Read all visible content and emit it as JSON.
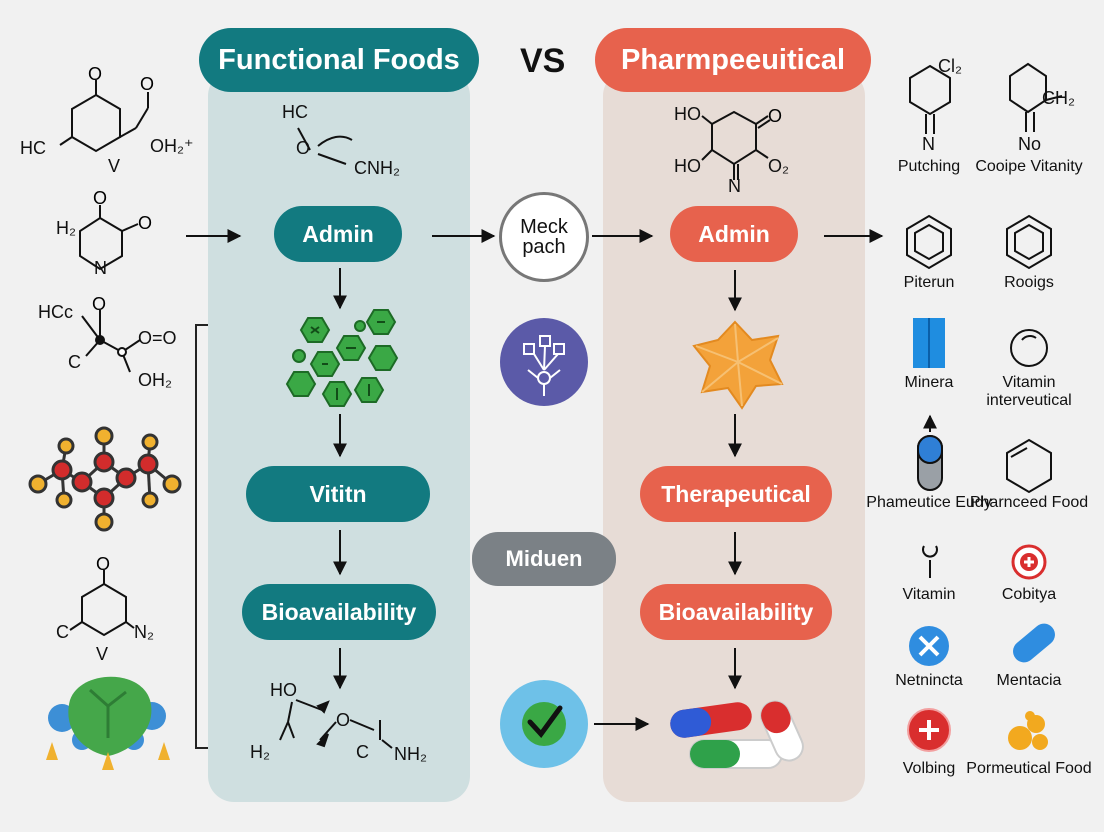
{
  "titles": {
    "left": "Functional Foods",
    "vs": "VS",
    "right": "Pharmpeeuitical"
  },
  "left_flow": {
    "admin": "Admin",
    "vitin": "Vititn",
    "bioavailability": "Bioavailability"
  },
  "center": {
    "circle": "Meck pach",
    "middle": "Miduen"
  },
  "right_flow": {
    "admin": "Admin",
    "therapeutical": "Therapeutical",
    "bioavailability": "Bioavailability"
  },
  "left_chem": {
    "m1_hc": "HC",
    "m1_v": "V",
    "m1_oh": "OH₂⁺",
    "m2_h2": "H₂",
    "m2_n": "N",
    "m3_hc": "HCc",
    "m3_c": "C",
    "m3_o": "O=O",
    "m3_oh": "OH₂",
    "m5_c": "C",
    "m5_n2": "N₂",
    "m5_v": "V"
  },
  "left_panel_chem": {
    "top_hc": "HC",
    "top_o": "O",
    "top_cnh2": "CNH₂",
    "bot_ho": "HO",
    "bot_h2": "H₂",
    "bot_o": "O",
    "bot_c": "C",
    "bot_nh2": "NH₂"
  },
  "right_panel_chem": {
    "ho1": "HO",
    "ho2": "HO",
    "n": "N",
    "o2": "O₂"
  },
  "side_items": [
    {
      "label": "Putching",
      "icon": "chlorine-ring-icon",
      "sub": "Cl₂",
      "sub2": "N"
    },
    {
      "label": "Cooipe Vitanity",
      "icon": "ring-ch2-icon",
      "sub": "CH₂",
      "sub2": "No"
    },
    {
      "label": "Piterun",
      "icon": "benzene-icon"
    },
    {
      "label": "Rooigs",
      "icon": "benzene-icon"
    },
    {
      "label": "Minera",
      "icon": "blue-block-icon"
    },
    {
      "label": "Vitamin interveutical",
      "icon": "circle-outline-icon"
    },
    {
      "label": "Phameutice Eudy",
      "icon": "capsule-icon"
    },
    {
      "label": "Pharnceed Food",
      "icon": "hexagon-icon"
    },
    {
      "label": "Vitamin",
      "icon": "hook-icon"
    },
    {
      "label": "Cobitya",
      "icon": "red-plus-circle-icon"
    },
    {
      "label": "Netnincta",
      "icon": "blue-x-circle-icon"
    },
    {
      "label": "Mentacia",
      "icon": "blue-pill-icon"
    },
    {
      "label": "Volbing",
      "icon": "red-plus-circle-icon"
    },
    {
      "label": "Pormeutical Food",
      "icon": "yellow-molecule-icon"
    }
  ],
  "colors": {
    "teal": "#127a80",
    "coral": "#e7624d",
    "left_panel": "#cfdfe0",
    "right_panel": "#e7dcd6",
    "green": "#3aa845",
    "orange": "#f3a23a",
    "purple": "#5b5aa8"
  }
}
